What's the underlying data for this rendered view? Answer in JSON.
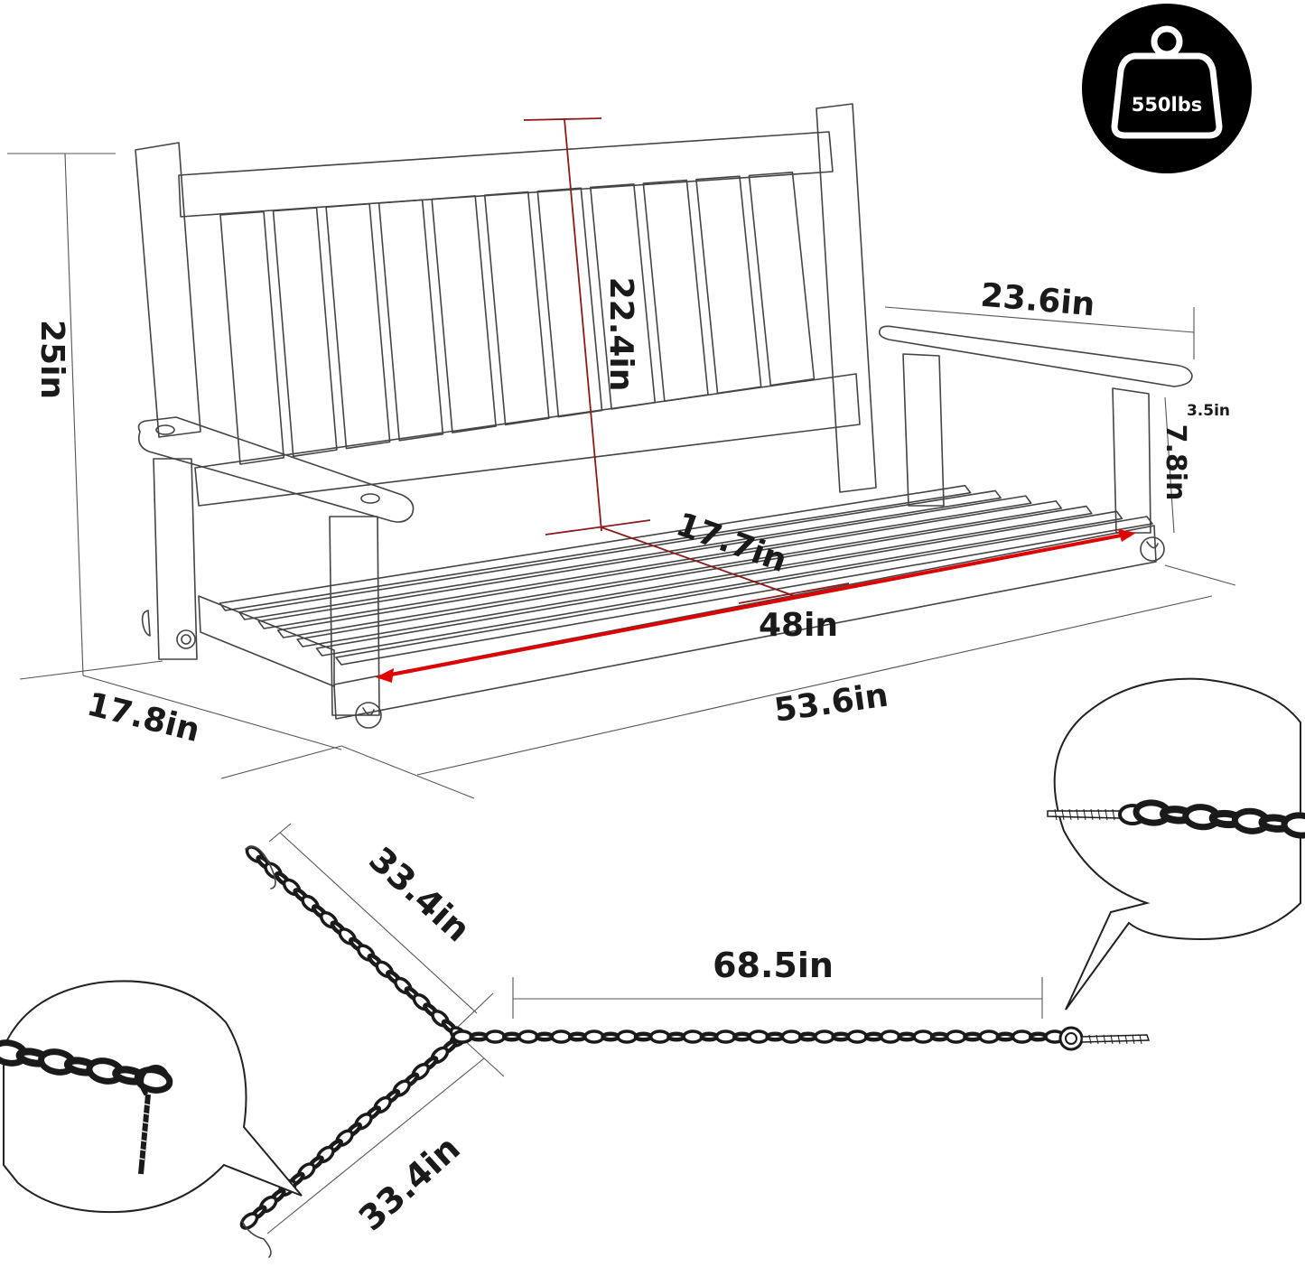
{
  "badge": {
    "weight": "550lbs",
    "bg": "#000000"
  },
  "dimensions": {
    "back_height": "22.4in",
    "total_height": "25in",
    "arm_length": "23.6in",
    "arm_thickness": "3.5in",
    "arm_height": "7.8in",
    "seat_depth": "17.7in",
    "seat_width": "48in",
    "overall_width": "53.6in",
    "overall_depth": "17.8in"
  },
  "chain": {
    "upper_leg": "33.4in",
    "lower_leg": "33.4in",
    "main_length": "68.5in"
  },
  "colors": {
    "accent_red": "#e00000",
    "dim_maroon": "#8b1a1a",
    "ink": "#1a1a1a"
  },
  "icons": [
    "weight-icon",
    "eye-bolt-icon",
    "s-hook-icon",
    "chain-icon"
  ]
}
